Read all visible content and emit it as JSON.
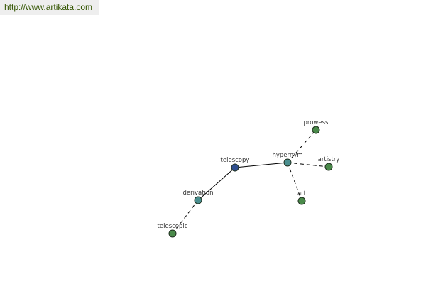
{
  "site": {
    "url_text": "http://www.artikata.com"
  },
  "colors": {
    "center": "#2f4f8f",
    "relation": "#4a8f8f",
    "term": "#4a8a4a"
  },
  "graph": {
    "nodes": [
      {
        "id": "telescopy",
        "label": "telescopy",
        "kind": "center"
      },
      {
        "id": "hypernym",
        "label": "hypernym",
        "kind": "relation"
      },
      {
        "id": "derivation",
        "label": "derivation",
        "kind": "relation"
      },
      {
        "id": "prowess",
        "label": "prowess",
        "kind": "term"
      },
      {
        "id": "artistry",
        "label": "artistry",
        "kind": "term"
      },
      {
        "id": "art",
        "label": "art",
        "kind": "term"
      },
      {
        "id": "telescopic",
        "label": "telescopic",
        "kind": "term"
      }
    ],
    "edges": [
      {
        "from": "telescopy",
        "to": "hypernym",
        "style": "solid"
      },
      {
        "from": "telescopy",
        "to": "derivation",
        "style": "solid"
      },
      {
        "from": "hypernym",
        "to": "prowess",
        "style": "dashed"
      },
      {
        "from": "hypernym",
        "to": "artistry",
        "style": "dashed"
      },
      {
        "from": "hypernym",
        "to": "art",
        "style": "dashed"
      },
      {
        "from": "derivation",
        "to": "telescopic",
        "style": "dashed"
      }
    ]
  }
}
